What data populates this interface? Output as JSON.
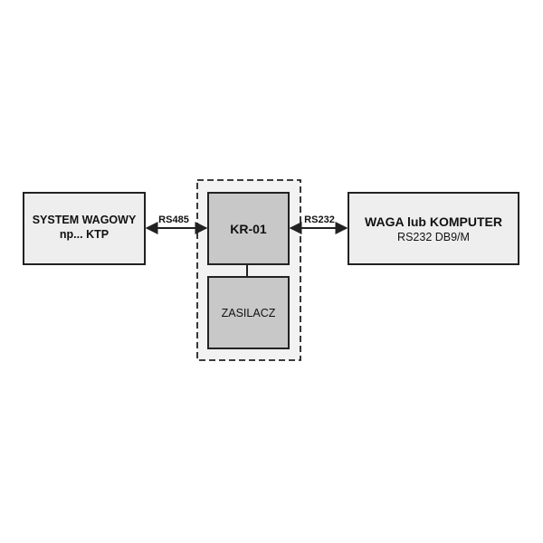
{
  "blocks": {
    "left": {
      "line1": "SYSTEM WAGOWY",
      "line2": "np... KTP"
    },
    "center_top": {
      "label": "KR-01"
    },
    "center_bottom": {
      "label": "ZASILACZ"
    },
    "right": {
      "line1": "WAGA lub KOMPUTER",
      "line2": "RS232 DB9/M"
    }
  },
  "links": {
    "left": {
      "label": "RS485"
    },
    "right": {
      "label": "RS232"
    }
  },
  "colors": {
    "side_box_fill": "#eeeeee",
    "center_box_fill": "#c8c8c8",
    "dashed_group_fill": "#f2f2f2",
    "stroke": "#222222"
  }
}
